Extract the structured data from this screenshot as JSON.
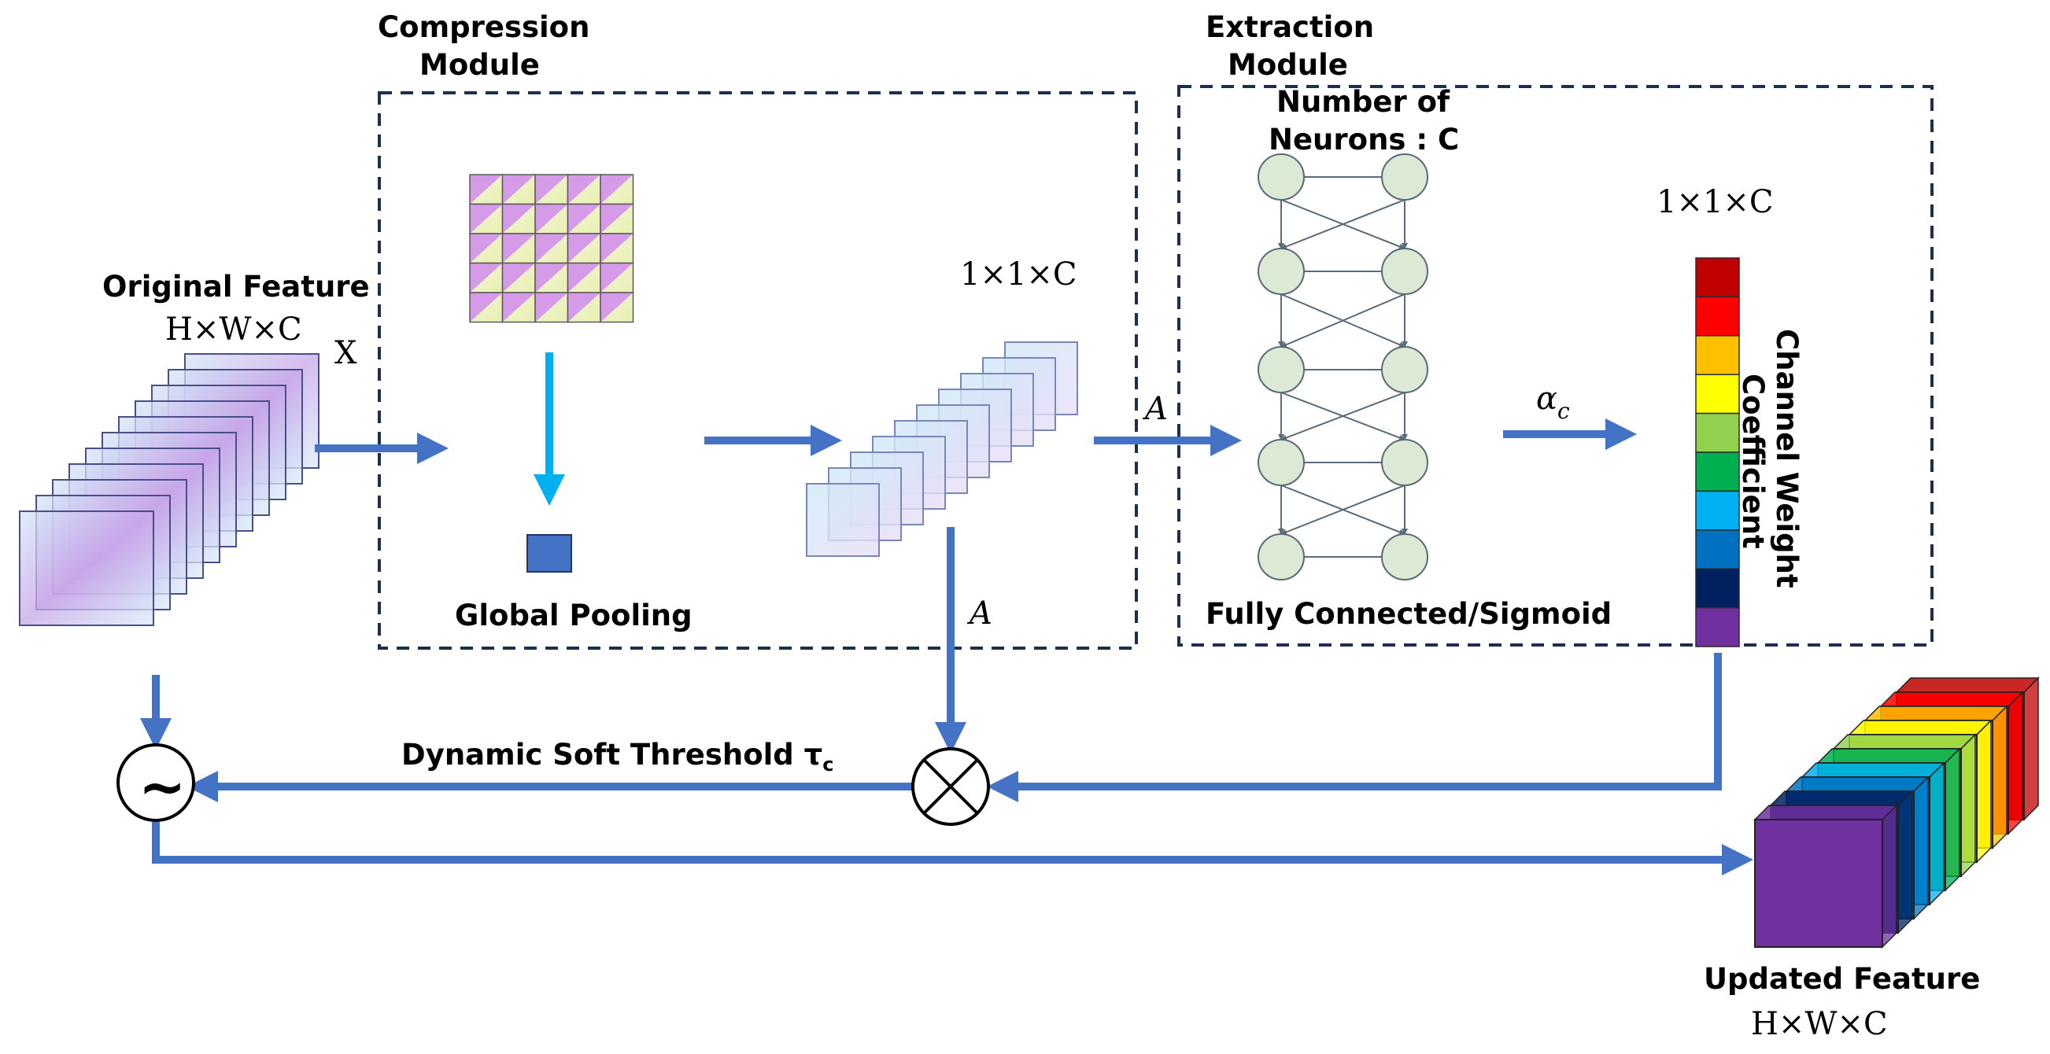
{
  "labels": {
    "compression_module_line1": "Compression",
    "compression_module_line2": "Module",
    "extraction_module_line1": "Extraction",
    "extraction_module_line2": "Module",
    "number_of_neurons_line1": "Number of",
    "number_of_neurons_line2": "Neurons : C",
    "original_feature": "Original Feature",
    "original_dims": "H×W×C",
    "x_label": "X",
    "global_pooling": "Global Pooling",
    "pooled_dims": "1×1×C",
    "a_label_top": "A",
    "a_label_mid": "A",
    "fully_connected": "Fully Connected/Sigmoid",
    "alpha_label": "α",
    "alpha_sub": "c",
    "weight_dims": "1×1×C",
    "channel_weight_line1": "Channel Weight",
    "channel_weight_line2": "Coefficient",
    "dynamic_threshold": "Dynamic Soft Threshold τ",
    "dynamic_threshold_sub": "c",
    "tilde_symbol": "~",
    "updated_feature": "Updated Feature",
    "updated_dims": "H×W×C"
  },
  "colors": {
    "arrow": "#4472c4",
    "pool_arrow": "#00b0f0",
    "module_border": "#1f2d4f",
    "neuron_fill": "#dbe9d5",
    "neuron_stroke": "#5a6a78",
    "pooled_square": "#4472c4",
    "channel_weights": [
      "#c00000",
      "#ff0000",
      "#ffc000",
      "#ffff00",
      "#92d050",
      "#00b050",
      "#00b0f0",
      "#0070c0",
      "#002060",
      "#7030a0"
    ]
  },
  "icons": [
    "multiply-circle-icon",
    "tilde-circle-icon"
  ]
}
